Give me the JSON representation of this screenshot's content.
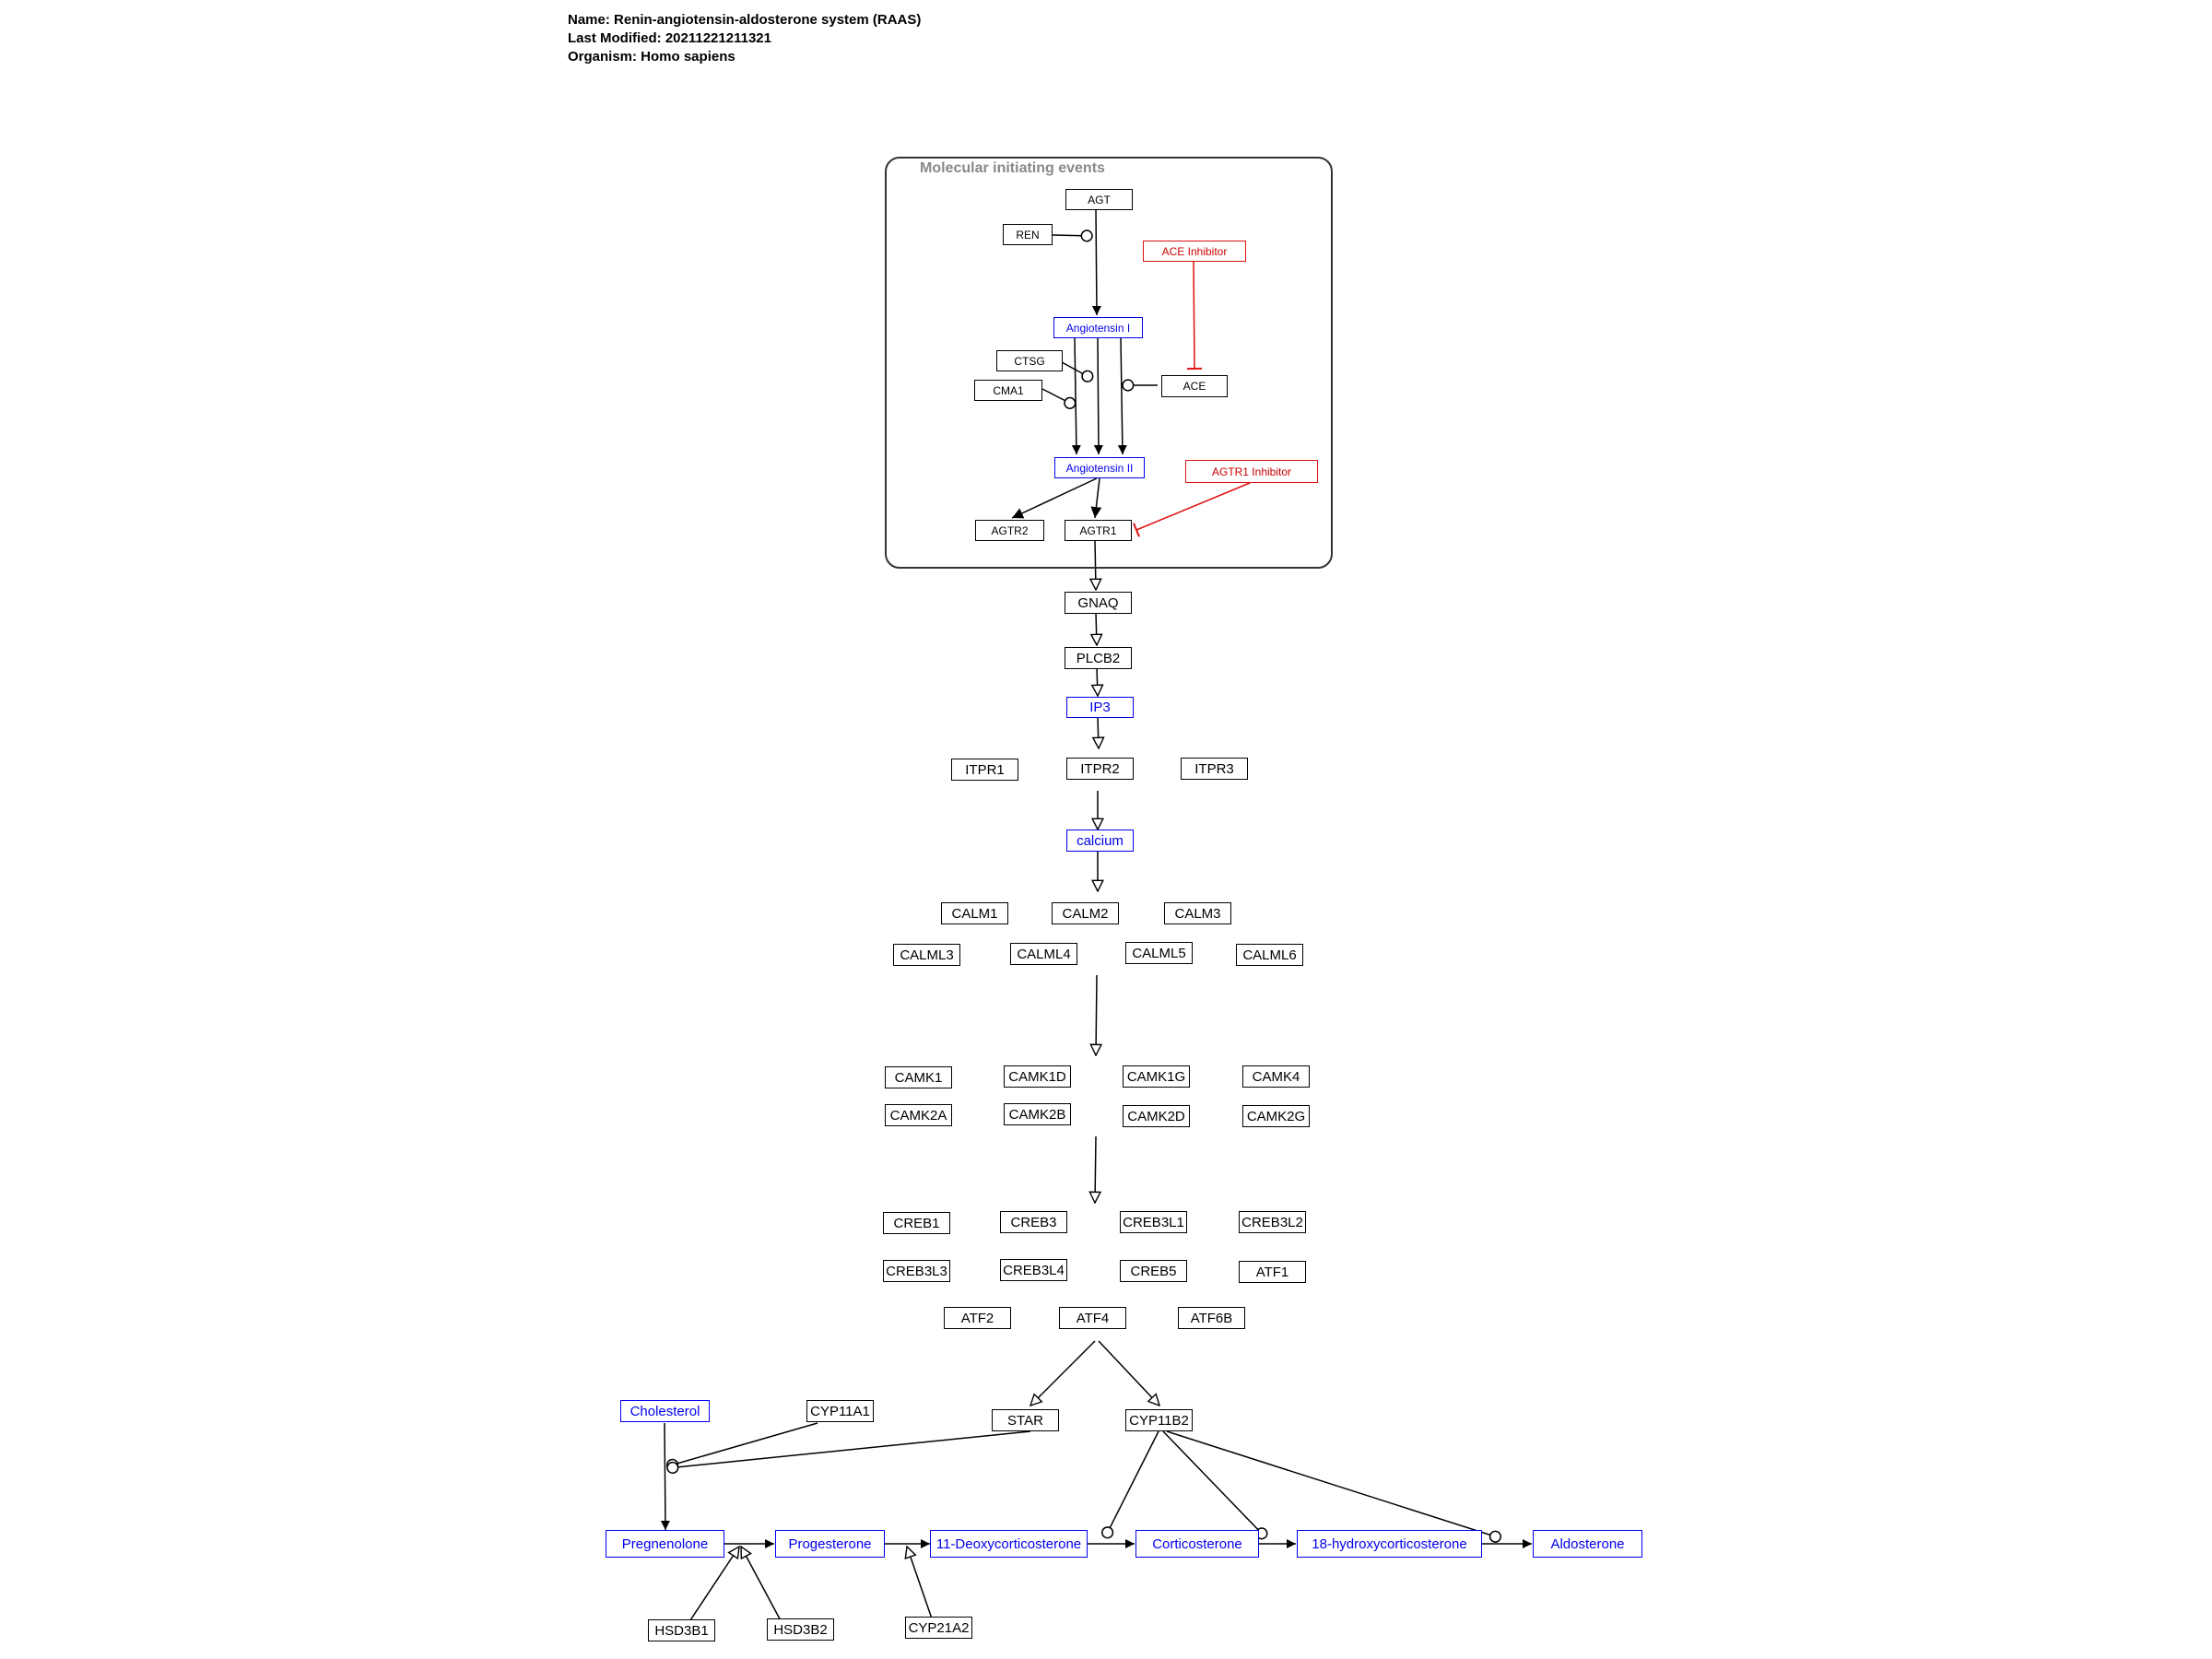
{
  "header": {
    "name": "Name: Renin-angiotensin-aldosterone system (RAAS)",
    "modified": "Last Modified: 20211221211321",
    "organism": "Organism: Homo sapiens"
  },
  "group": {
    "label": "Molecular initiating events"
  },
  "nodes": {
    "agt": "AGT",
    "ren": "REN",
    "ace_inhibitor": "ACE Inhibitor",
    "angiotensin_1": "Angiotensin I",
    "ctsg": "CTSG",
    "cma1": "CMA1",
    "ace": "ACE",
    "angiotensin_2": "Angiotensin II",
    "agtr1_inhibitor": "AGTR1 Inhibitor",
    "agtr2": "AGTR2",
    "agtr1": "AGTR1",
    "gnaq": "GNAQ",
    "plcb2": "PLCB2",
    "ip3": "IP3",
    "itpr1": "ITPR1",
    "itpr2": "ITPR2",
    "itpr3": "ITPR3",
    "calcium": "calcium",
    "calm1": "CALM1",
    "calm2": "CALM2",
    "calm3": "CALM3",
    "calml3": "CALML3",
    "calml4": "CALML4",
    "calml5": "CALML5",
    "calml6": "CALML6",
    "camk1": "CAMK1",
    "camk1d": "CAMK1D",
    "camk1g": "CAMK1G",
    "camk4": "CAMK4",
    "camk2a": "CAMK2A",
    "camk2b": "CAMK2B",
    "camk2d": "CAMK2D",
    "camk2g": "CAMK2G",
    "creb1": "CREB1",
    "creb3": "CREB3",
    "creb3l1": "CREB3L1",
    "creb3l2": "CREB3L2",
    "creb3l3": "CREB3L3",
    "creb3l4": "CREB3L4",
    "creb5": "CREB5",
    "atf1": "ATF1",
    "atf2": "ATF2",
    "atf4": "ATF4",
    "atf6b": "ATF6B",
    "cholesterol": "Cholesterol",
    "cyp11a1": "CYP11A1",
    "star": "STAR",
    "cyp11b2": "CYP11B2",
    "pregnenolone": "Pregnenolone",
    "progesterone": "Progesterone",
    "deoxycorticosterone": "11-Deoxycorticosterone",
    "corticosterone": "Corticosterone",
    "hydroxycorticosterone": "18-hydroxycorticosterone",
    "aldosterone": "Aldosterone",
    "hsd3b1": "HSD3B1",
    "hsd3b2": "HSD3B2",
    "cyp21a2": "CYP21A2"
  },
  "colors": {
    "gene_product": "#000000",
    "metabolite": "#0000ee",
    "inhibitor": "#cc0000",
    "group_label": "#888888"
  }
}
